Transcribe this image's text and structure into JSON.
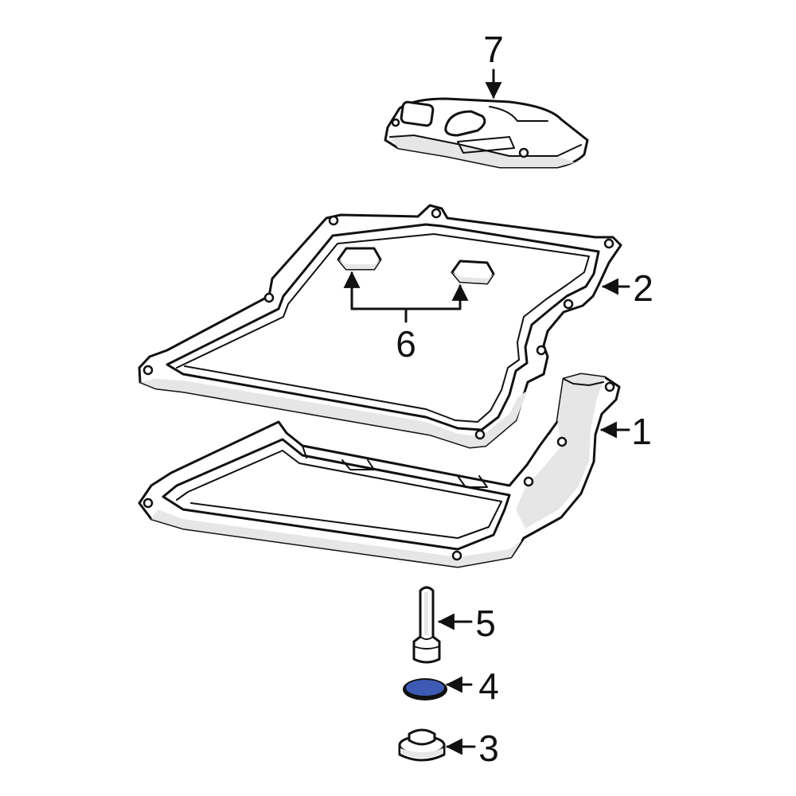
{
  "colors": {
    "line": "#111111",
    "background": "#ffffff",
    "highlight": "#3d5bb5"
  },
  "callouts": {
    "c1": "1",
    "c2": "2",
    "c3": "3",
    "c4": "4",
    "c5": "5",
    "c6": "6",
    "c7": "7"
  },
  "highlighted_part": "4"
}
